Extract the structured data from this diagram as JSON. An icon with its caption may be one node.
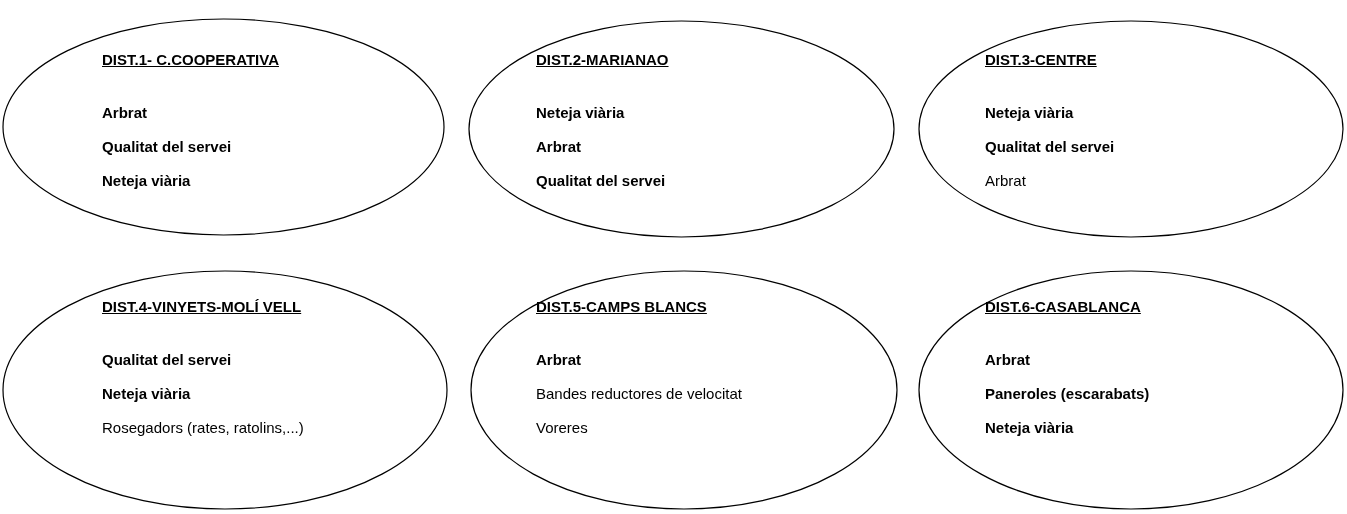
{
  "diagram": {
    "nodes": [
      {
        "text": [
          "DIST.1- C.COOPERATIVA",
          "**Arbrat**",
          "**Qualitat del servei**",
          "**Neteja viària**"
        ]
      },
      {
        "text": [
          "DIST.2-MARIANAO",
          "**Neteja viària**",
          "**Arbrat**",
          "**Qualitat del servei**"
        ]
      },
      {
        "text": [
          "DIST.3-CENTRE",
          "**Neteja viària**",
          "**Qualitat del servei**",
          "Arbrat"
        ]
      },
      {
        "text": [
          "DIST.4-VINYETS-MOLÍ VELL",
          "**Qualitat del servei**",
          "**Neteja viària**",
          "Rosegadors (rates, ratolins,...)"
        ]
      },
      {
        "text": [
          "DIST.5-CAMPS BLANCS",
          "**Arbrat**",
          "Bandes reductores de velocitat",
          "Voreres"
        ]
      },
      {
        "text": [
          "DIST.6-CASABLANCA",
          "**Arbrat**",
          "**Paneroles (escarabats)**",
          "**Neteja viària**"
        ]
      }
    ]
  }
}
